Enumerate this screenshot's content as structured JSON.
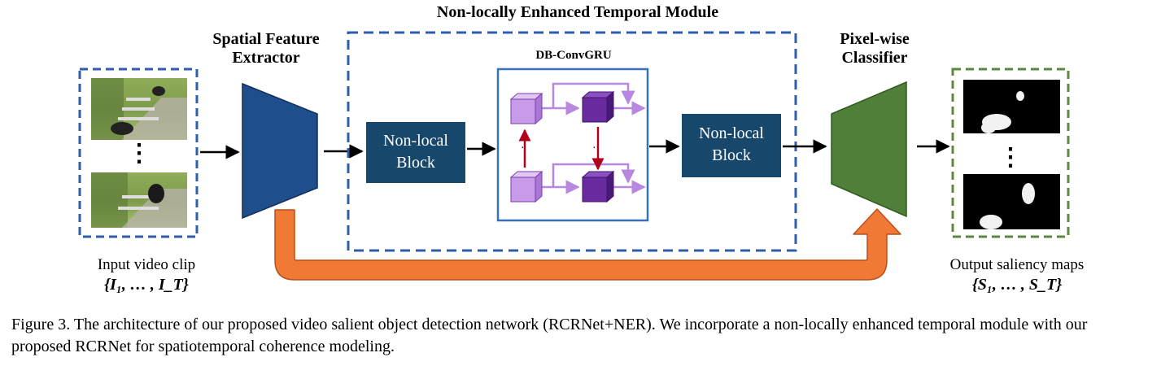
{
  "title_module": "Non-locally Enhanced Temporal Module",
  "title_extractor": "Spatial Feature Extractor",
  "title_classifier": "Pixel-wise Classifier",
  "title_dbconvgru": "DB-ConvGRU",
  "nonlocal_left": "Non-local Block",
  "nonlocal_right": "Non-local Block",
  "input_caption": "Input video clip",
  "input_math": "{I₁, … , I_T}",
  "output_caption": "Output saliency maps",
  "output_math": "{S₁, … , S_T}",
  "figure_caption": "Figure 3. The architecture of our proposed video salient object detection network (RCRNet+NER). We incorporate a non-locally enhanced temporal module with our proposed RCRNet for spatiotemporal coherence modeling.",
  "dots": "⋮",
  "colors": {
    "encoder_blue": "#1f4e8c",
    "classifier_green": "#4f7f38",
    "nonlocal_teal": "#17486b",
    "dashed_blue": "#2f5ea8",
    "dashed_green": "#5b8a3c",
    "skip_orange": "#f07a35",
    "cube_light": "#c79be8",
    "cube_dark": "#6a2aa0",
    "red_arrow": "#b0001a",
    "purple_arrow": "#b888e0"
  }
}
